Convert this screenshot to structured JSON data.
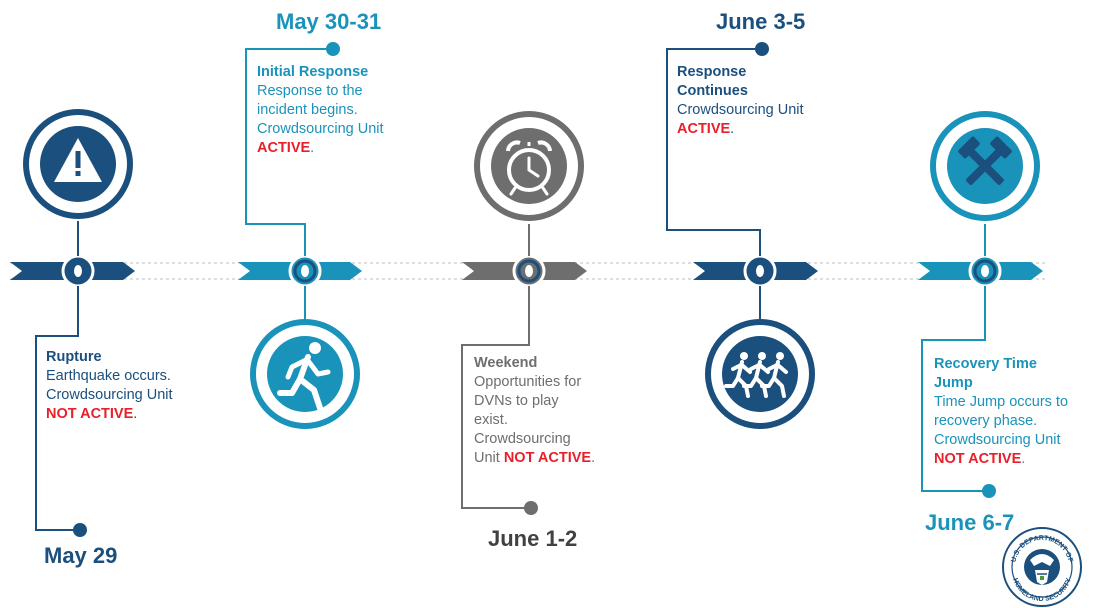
{
  "colors": {
    "navy": "#1b4f7d",
    "teal": "#1a93ba",
    "gray": "#6e6e6e",
    "status_red": "#e8202a"
  },
  "stages": [
    {
      "date": "May 29",
      "title": "Rupture",
      "lines": [
        "Earthquake occurs.",
        "Crowdsourcing Unit"
      ],
      "status": "NOT ACTIVE",
      "icon": "warning-icon"
    },
    {
      "date": "May 30-31",
      "title": "Initial Response",
      "lines": [
        "Response to the",
        "incident begins.",
        "Crowdsourcing Unit"
      ],
      "status": "ACTIVE",
      "icon": "running-person-icon"
    },
    {
      "date": "June 1-2",
      "title": "Weekend",
      "lines": [
        "Opportunities for",
        "DVNs to play",
        "exist.",
        "Crowdsourcing",
        "Unit"
      ],
      "status": "NOT ACTIVE",
      "icon": "alarm-clock-icon"
    },
    {
      "date": "June 3-5",
      "title_lines": [
        "Response",
        "Continues"
      ],
      "lines": [
        "Crowdsourcing Unit"
      ],
      "status": "ACTIVE",
      "icon": "group-running-icon"
    },
    {
      "date": "June 6-7",
      "title_lines": [
        "Recovery Time",
        "Jump"
      ],
      "lines": [
        "Time Jump occurs to",
        "recovery phase.",
        "Crowdsourcing Unit"
      ],
      "status": "NOT ACTIVE",
      "icon": "hammers-icon"
    }
  ],
  "seal": {
    "text_top": "U.S. DEPARTMENT OF",
    "text_bottom": "HOMELAND SECURITY"
  }
}
